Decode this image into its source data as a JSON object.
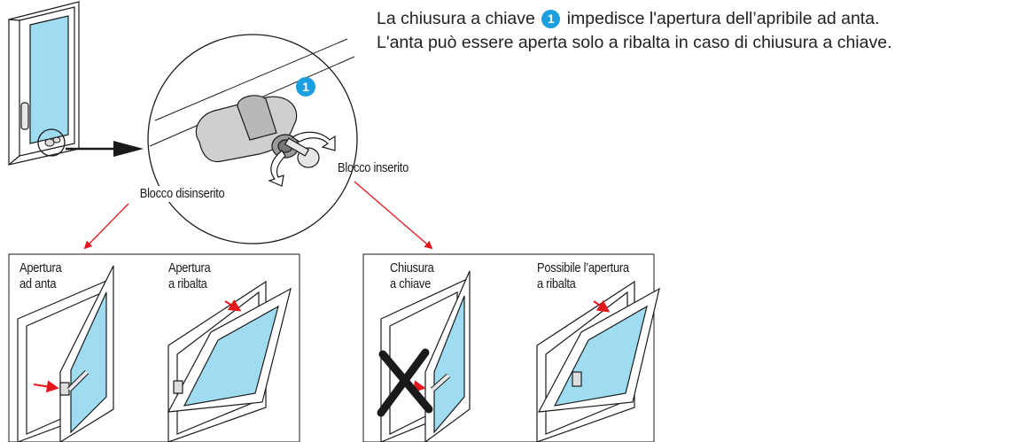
{
  "intro": {
    "line1_before": "La chiusura a chiave",
    "badge_number": "1",
    "line1_after": "impedisce l'apertura dell’apribile ad anta.",
    "line2": "L'anta può essere aperta solo a ribalta in caso di chiusura a chiave."
  },
  "detail": {
    "badge_number": "1",
    "label_disengaged": "Blocco disinserito",
    "label_engaged": "Blocco inserito"
  },
  "panel_left": {
    "item1_line1": "Apertura",
    "item1_line2": "ad anta",
    "item2_line1": "Apertura",
    "item2_line2": "a ribalta"
  },
  "panel_right": {
    "item1_line1": "Chiusura",
    "item1_line2": "a chiave",
    "item2_line1": "Possibile l’apertura",
    "item2_line2": "a ribalta"
  },
  "colors": {
    "glass": "#9fdcf2",
    "arrow_red": "#e3161b",
    "badge_blue": "#1a9fe0",
    "frame_line": "#1a1a1a"
  },
  "icons": [
    "window-icon",
    "lock-cylinder-icon",
    "key-icon",
    "cross-icon",
    "arrow-icon"
  ]
}
